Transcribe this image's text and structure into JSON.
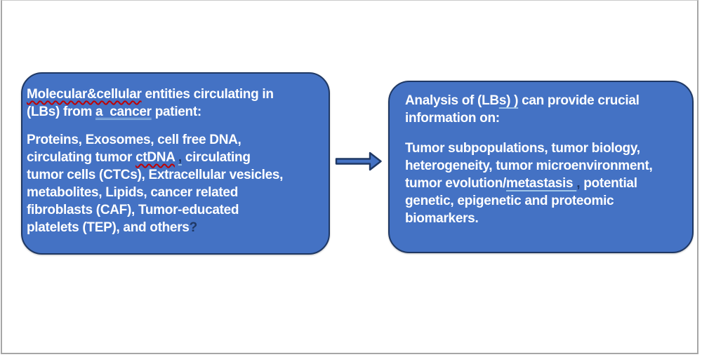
{
  "slide": {
    "background": "#ffffff",
    "frame_color": "#a6a6a6"
  },
  "colors": {
    "box_fill": "#4472C4",
    "box_border": "#1F3864",
    "text": "#ffffff",
    "stray_punctuation": "#1F3864",
    "spellcheck_red": "#C00000",
    "grammar_blue": "#9DC3E6"
  },
  "left_box": {
    "role": "source-box",
    "paragraphs": [
      {
        "lines": [
          [
            {
              "t": "Molecular&cellular",
              "c": "sp-red"
            },
            {
              "t": " entities circulating in",
              "c": ""
            }
          ],
          [
            {
              "t": "(LBs) from ",
              "c": ""
            },
            {
              "t": "a  cancer",
              "c": "gr-double"
            },
            {
              "t": " patient:",
              "c": ""
            }
          ]
        ]
      },
      {
        "lines": [
          [
            {
              "t": "Proteins, Exosomes, cell free DNA,",
              "c": ""
            }
          ],
          [
            {
              "t": "circulating tumor ",
              "c": ""
            },
            {
              "t": "ctDNA",
              "c": "sp-red"
            },
            {
              "t": " ",
              "c": ""
            },
            {
              "t": ",",
              "c": "navy gr-line"
            },
            {
              "t": " circulating",
              "c": ""
            }
          ],
          [
            {
              "t": "tumor cells (CTCs), Extracellular vesicles,",
              "c": ""
            }
          ],
          [
            {
              "t": "metabolites, Lipids, cancer related",
              "c": ""
            }
          ],
          [
            {
              "t": "fibroblasts (CAF), Tumor-educated",
              "c": ""
            }
          ],
          [
            {
              "t": "platelets (TEP), and others",
              "c": ""
            },
            {
              "t": "?",
              "c": "navy"
            }
          ]
        ]
      }
    ]
  },
  "right_box": {
    "role": "result-box",
    "paragraphs": [
      {
        "lines": [
          [
            {
              "t": "Analysis of (LB",
              "c": ""
            },
            {
              "t": "s) )",
              "c": "gr-line"
            },
            {
              "t": " can provide crucial",
              "c": ""
            }
          ],
          [
            {
              "t": "information on:",
              "c": ""
            }
          ]
        ]
      },
      {
        "lines": [
          [
            {
              "t": "Tumor subpopulations, tumor biology,",
              "c": ""
            }
          ],
          [
            {
              "t": "heterogeneity, tumor microenvironment,",
              "c": ""
            }
          ],
          [
            {
              "t": "tumor evolution/",
              "c": ""
            },
            {
              "t": "metastasis ",
              "c": "gr-line"
            },
            {
              "t": ",",
              "c": "navy"
            },
            {
              "t": " potential",
              "c": ""
            }
          ],
          [
            {
              "t": "genetic, epigenetic and proteomic",
              "c": ""
            }
          ],
          [
            {
              "t": "biomarkers.",
              "c": ""
            }
          ]
        ]
      }
    ]
  },
  "arrow": {
    "direction": "right",
    "fill": "#4472C4",
    "stroke": "#1F3864"
  }
}
